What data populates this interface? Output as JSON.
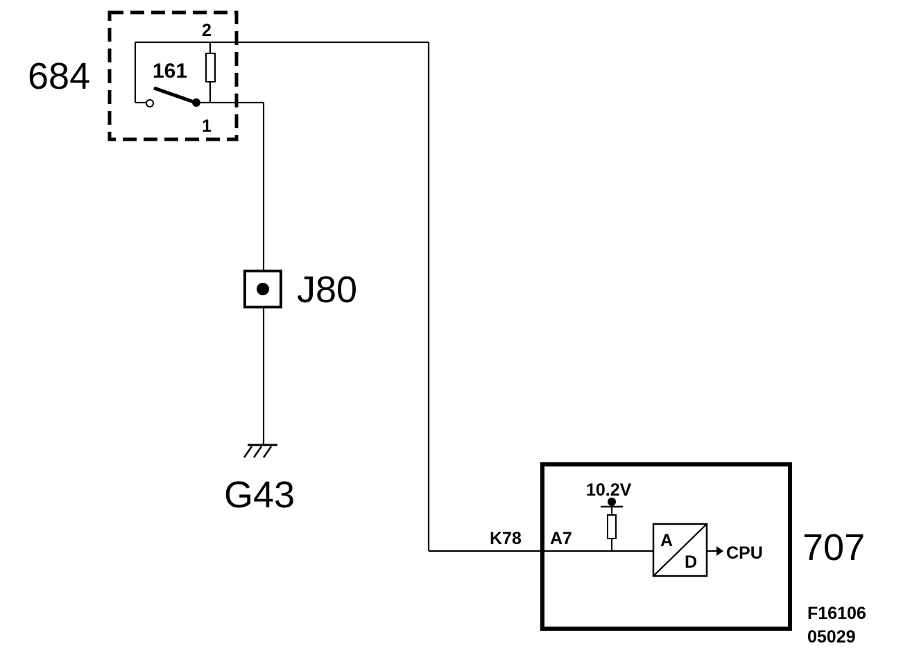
{
  "components": {
    "switch_assembly": {
      "ref": "684",
      "element": "161",
      "pin_top": "2",
      "pin_bottom": "1"
    },
    "connector": {
      "ref": "J80"
    },
    "ground": {
      "ref": "G43"
    },
    "control_unit": {
      "ref": "707",
      "connector_pin": "K78",
      "input_pin": "A7",
      "supply_voltage": "10.2V",
      "converter_top": "A",
      "converter_bottom": "D",
      "output": "CPU"
    }
  },
  "figure_code": {
    "line1": "F16106",
    "line2": "05029"
  }
}
